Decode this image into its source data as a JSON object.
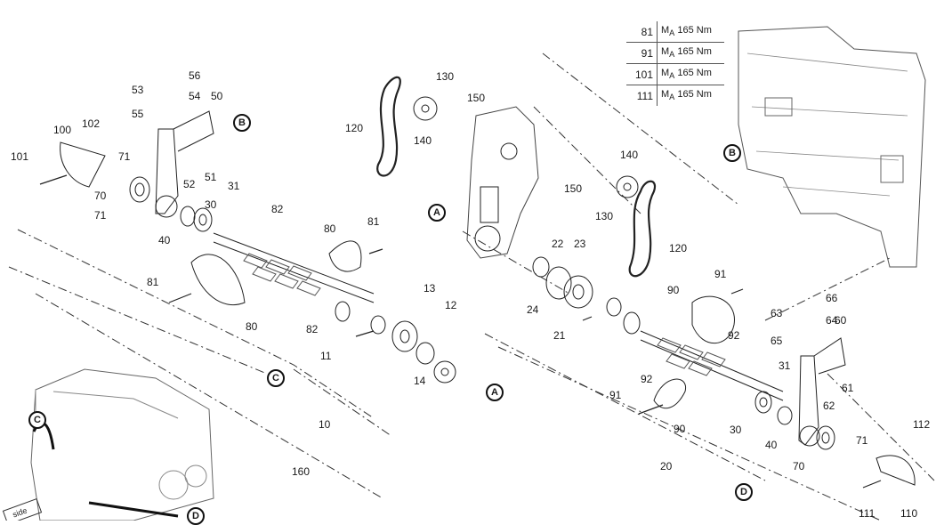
{
  "torque_table": {
    "rows": [
      {
        "part": "81",
        "prefix": "M",
        "sub": "A",
        "value": "165 Nm"
      },
      {
        "part": "91",
        "prefix": "M",
        "sub": "A",
        "value": "165 Nm"
      },
      {
        "part": "101",
        "prefix": "M",
        "sub": "A",
        "value": "165 Nm"
      },
      {
        "part": "111",
        "prefix": "M",
        "sub": "A",
        "value": "165 Nm"
      }
    ]
  },
  "refs": {
    "A": "A",
    "B": "B",
    "C": "C",
    "D": "D"
  },
  "parts": {
    "p10": "10",
    "p11": "11",
    "p12": "12",
    "p13": "13",
    "p14": "14",
    "p20": "20",
    "p21": "21",
    "p22": "22",
    "p23": "23",
    "p24": "24",
    "p30": "30",
    "p31": "31",
    "p40": "40",
    "p50": "50",
    "p51": "51",
    "p52": "52",
    "p53": "53",
    "p54": "54",
    "p55": "55",
    "p56": "56",
    "p60": "60",
    "p61": "61",
    "p62": "62",
    "p63": "63",
    "p64": "64",
    "p65": "65",
    "p66": "66",
    "p70": "70",
    "p71": "71",
    "p80": "80",
    "p81": "81",
    "p82": "82",
    "p90": "90",
    "p91": "91",
    "p92": "92",
    "p100": "100",
    "p101": "101",
    "p102": "102",
    "p110": "110",
    "p111": "111",
    "p112": "112",
    "p120": "120",
    "p130": "130",
    "p140": "140",
    "p150": "150",
    "p160": "160"
  },
  "corner_sign": "side"
}
